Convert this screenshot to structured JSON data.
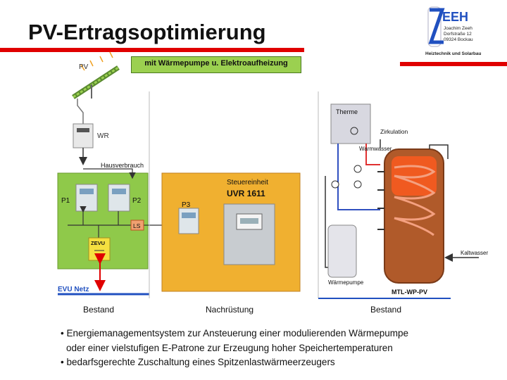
{
  "title": "PV-Ertragsoptimierung",
  "subtitle": "mit Wärmepumpe u. Elektroaufheizung",
  "logo": {
    "brand": "EEH",
    "line1": "Joachim Zeeh",
    "line2": "Dorfstraße 12",
    "line3": "09324 Bockau",
    "tagline": "Heiztechnik und Solarbau"
  },
  "labels": {
    "pv": "PV",
    "wr": "WR",
    "hausverbrauch": "Hausverbrauch",
    "p1": "P1",
    "p2": "P2",
    "p3": "P3",
    "ls": "LS",
    "zevu": "ZEVU",
    "evu_netz": "EVU Netz",
    "steuereinheit": "Steuereinheit",
    "uvr": "UVR 1611",
    "therme": "Therme",
    "zirkulation": "Zirkulation",
    "warmwasser": "Warmwasser",
    "kaltwasser": "Kaltwasser",
    "waermepumpe": "Wärmepumpe",
    "mtl": "MTL-WP-PV"
  },
  "sections": {
    "bestand_left": "Bestand",
    "nachruestung": "Nachrüstung",
    "bestand_right": "Bestand"
  },
  "bullets": {
    "b1_line1": "• Energiemanagementsystem zur Ansteuerung einer modulierenden Wärmepumpe",
    "b1_line2": "oder einer vielstufigen E-Patrone zur Erzeugung hoher Speichertemperaturen",
    "b2": "• bedarfsgerechte Zuschaltung eines Spitzenlastwärmeerzeugers"
  },
  "colors": {
    "accent_red": "#e00000",
    "green_panel": "#8fc94a",
    "orange_panel": "#f0b030",
    "tank_brown": "#b05a2a",
    "tank_orange": "#f05a20"
  }
}
